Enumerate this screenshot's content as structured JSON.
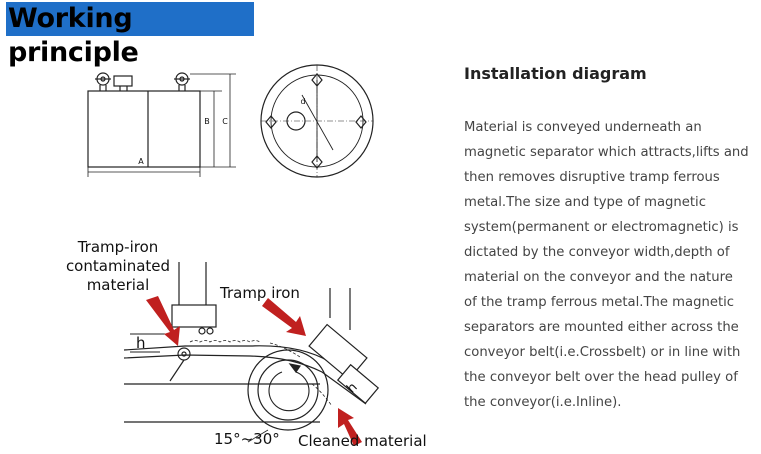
{
  "header": {
    "title": "Working principle"
  },
  "section": {
    "title": "Installation diagram"
  },
  "description_lines": [
    "Material is conveyed underneath an",
    "magnetic separator which attracts,lifts and",
    "then removes disruptive tramp ferrous",
    "metal.The size and type of magnetic",
    "system(permanent or electromagnetic) is",
    "dictated by the conveyor width,depth of",
    "material on the conveyor and the nature",
    "of the tramp ferrous metal.The magnetic",
    "separators are mounted either across the",
    "conveyor belt(i.e.Crossbelt) or in line with",
    "the conveyor belt over the head pulley of",
    "the conveyor(i.e.Inline)."
  ],
  "diagram": {
    "dim_a": "A",
    "dim_b": "B",
    "dim_c": "C",
    "dim_d": "d",
    "label_contaminated_1": "Tramp-iron",
    "label_contaminated_2": "contaminated",
    "label_contaminated_3": "material",
    "label_tramp_iron": "Tramp iron",
    "label_h_left": "h",
    "label_h_right": "h",
    "label_angle": "15°~30°",
    "label_cleaned": "Cleaned material"
  }
}
